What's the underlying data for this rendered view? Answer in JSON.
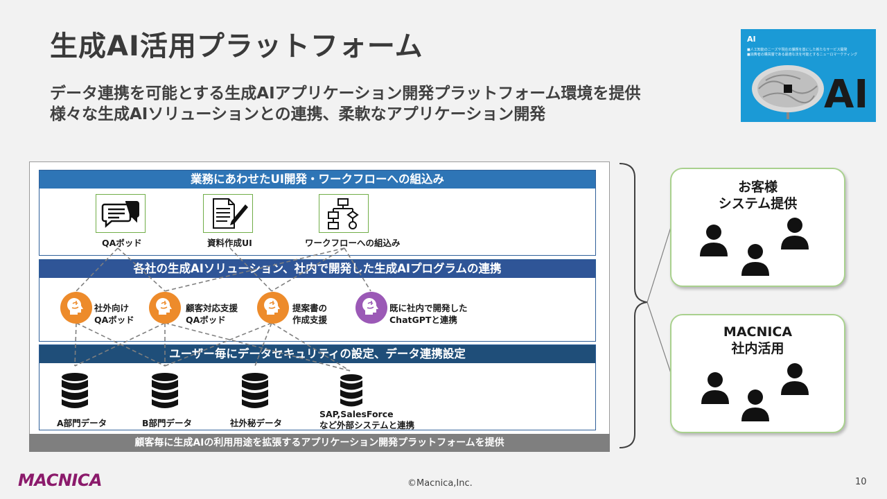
{
  "slide": {
    "title": "生成AI活用プラットフォーム",
    "subtitle_lines": [
      "データ連携を可能とする生成AIアプリケーション開発プラットフォーム環境を提供",
      "様々な生成AIソリューションとの連携、柔軟なアプリケーション開発"
    ],
    "page_number": "10",
    "copyright": "©Macnica,Inc.",
    "logo": "MACNICA"
  },
  "thumbnail": {
    "ai_label": "AI",
    "line1": "■人工知能のニーズや現在の課題を基にした新たなサービス開発",
    "line2": "■消費者の購買層である最適な法を可能とするニューロマーケティング",
    "big_text": "AI"
  },
  "diagram": {
    "section1": {
      "header": "業務にあわせたUI開発・ワークフローへの組込み",
      "items": [
        "QAボッド",
        "資料作成UI",
        "ワークフローへの組込み"
      ]
    },
    "section2": {
      "header": "各社の生成AIソリューション、社内で開発した生成AIプログラムの連携",
      "items": [
        {
          "line1": "社外向け",
          "line2": "QAボッド"
        },
        {
          "line1": "顧客対応支援",
          "line2": "QAボッド"
        },
        {
          "line1": "提案書の",
          "line2": "作成支援"
        },
        {
          "line1": "既に社内で開発した",
          "line2": "ChatGPTと連携"
        }
      ]
    },
    "section3": {
      "header": "ユーザー毎にデータセキュリティの設定、データ連携設定",
      "items": [
        {
          "line1": "A部門データ",
          "line2": ""
        },
        {
          "line1": "B部門データ",
          "line2": ""
        },
        {
          "line1": "社外秘データ",
          "line2": ""
        },
        {
          "line1": "SAP,SalesForce",
          "line2": "など外部システムと連携"
        }
      ]
    },
    "bottom_bar": "顧客毎に生成AIの利用用途を拡張するアプリケーション開発プラットフォームを提供"
  },
  "cards": [
    {
      "title_line1": "お客様",
      "title_line2": "システム提供"
    },
    {
      "title_line1": "MACNICA",
      "title_line2": "社内活用"
    }
  ],
  "colors": {
    "section1_header": "#2e75b6",
    "section2_header": "#2f5597",
    "section3_header": "#1f4e79",
    "brain_orange": "#ed8b2b",
    "brain_purple": "#9b59b6",
    "card_border": "#a9d18e",
    "logo": "#8b1a6b"
  }
}
